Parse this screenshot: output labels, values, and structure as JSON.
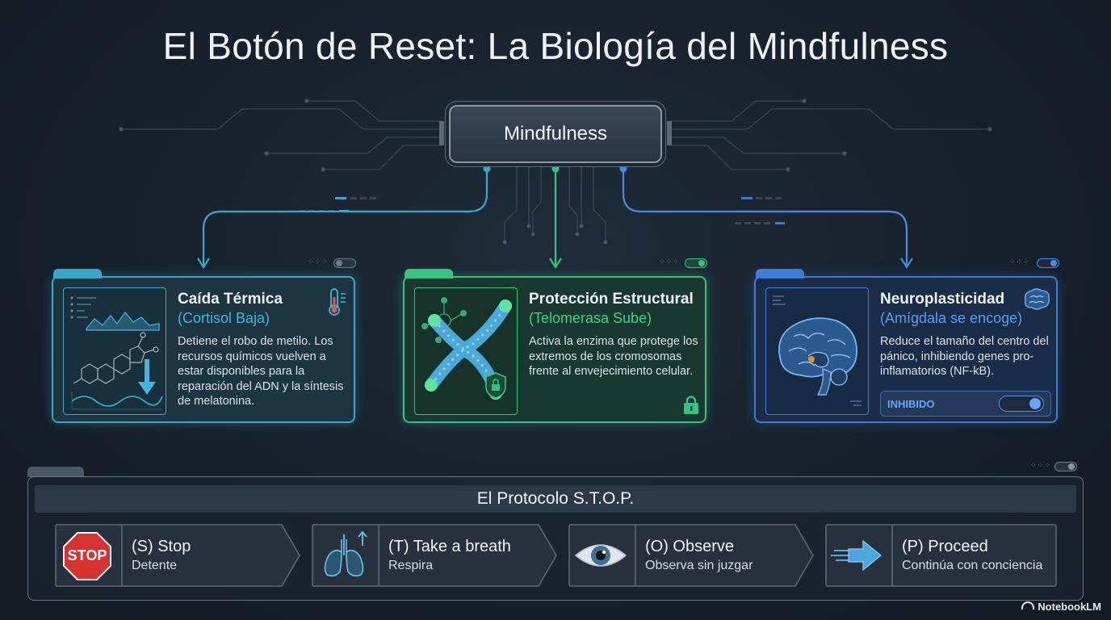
{
  "title": "El Botón de Reset: La Biología del Mindfulness",
  "center": {
    "label": "Mindfulness"
  },
  "cards": [
    {
      "title": "Caída Térmica",
      "subtitle": "(Cortisol Baja)",
      "body": "Detiene el robo de metilo. Los recursos químicos vuelven a estar disponibles para la reparación del ADN y la síntesis de melatonina.",
      "icon": "thermometer-icon",
      "color": "#3aa6c8"
    },
    {
      "title": "Protección Estructural",
      "subtitle": "(Telomerasa Sube)",
      "body": "Activa la enzima que protege los extremos de los cromosomas frente al envejecimiento celular.",
      "icon": "lock-icon",
      "color": "#35c283"
    },
    {
      "title": "Neuroplasticidad",
      "subtitle": "(Amígdala se encoge)",
      "body": "Reduce el tamaño del centro del pánico, inhibiendo genes pro-inflamatorios (NF-kB).",
      "icon": "brain-icon",
      "color": "#3d7bd6",
      "status": "INHIBIDO"
    }
  ],
  "protocol": {
    "title": "El Protocolo S.T.O.P.",
    "steps": [
      {
        "title": "(S) Stop",
        "subtitle": "Detente",
        "icon": "stop-sign-icon",
        "icon_text": "STOP"
      },
      {
        "title": "(T) Take a breath",
        "subtitle": "Respira",
        "icon": "lungs-icon"
      },
      {
        "title": "(O) Observe",
        "subtitle": "Observa sin juzgar",
        "icon": "eye-icon"
      },
      {
        "title": "(P) Proceed",
        "subtitle": "Continúa con conciencia",
        "icon": "arrow-right-icon"
      }
    ]
  },
  "footer": {
    "brand": "NotebookLM"
  }
}
